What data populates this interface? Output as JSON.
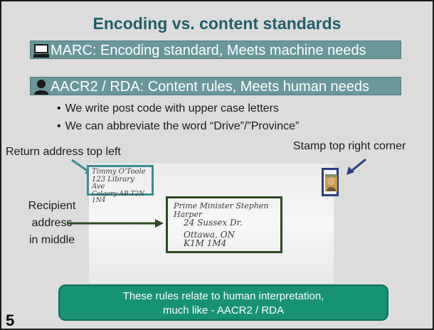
{
  "slide": {
    "title": "Encoding vs. content standards",
    "bars": [
      {
        "icon": "computer-monitor-icon",
        "text": "MARC: Encoding standard, Meets machine needs"
      },
      {
        "icon": "person-icon",
        "text": "AACR2 / RDA: Content rules, Meets human needs"
      }
    ],
    "bullets": [
      "We write post code with upper case letters",
      "We can abbreviate the word “Drive”/”Province”"
    ],
    "labels": {
      "return_address": "Return address top left",
      "stamp": "Stamp top right corner",
      "recipient": [
        "Recipient",
        "address",
        "in middle"
      ]
    },
    "envelope": {
      "return_lines": [
        "Timmy O'Toole",
        "123 Library Ave",
        "Calgary AB T2N 1N4"
      ],
      "recipient_lines": [
        "Prime Minister Stephen Harper",
        "24 Sussex Dr.",
        "Ottawa, ON",
        "K1M 1M4"
      ]
    },
    "callout": [
      "These rules relate to human interpretation,",
      "much like - AACR2 / RDA"
    ],
    "page_number": "5",
    "colors": {
      "title": "#1f5e6b",
      "bar": "#6b979a",
      "return_box": "#3a8e93",
      "recipient_box": "#2e4a22",
      "stamp_box": "#2b3f82",
      "callout": "#179274"
    }
  }
}
